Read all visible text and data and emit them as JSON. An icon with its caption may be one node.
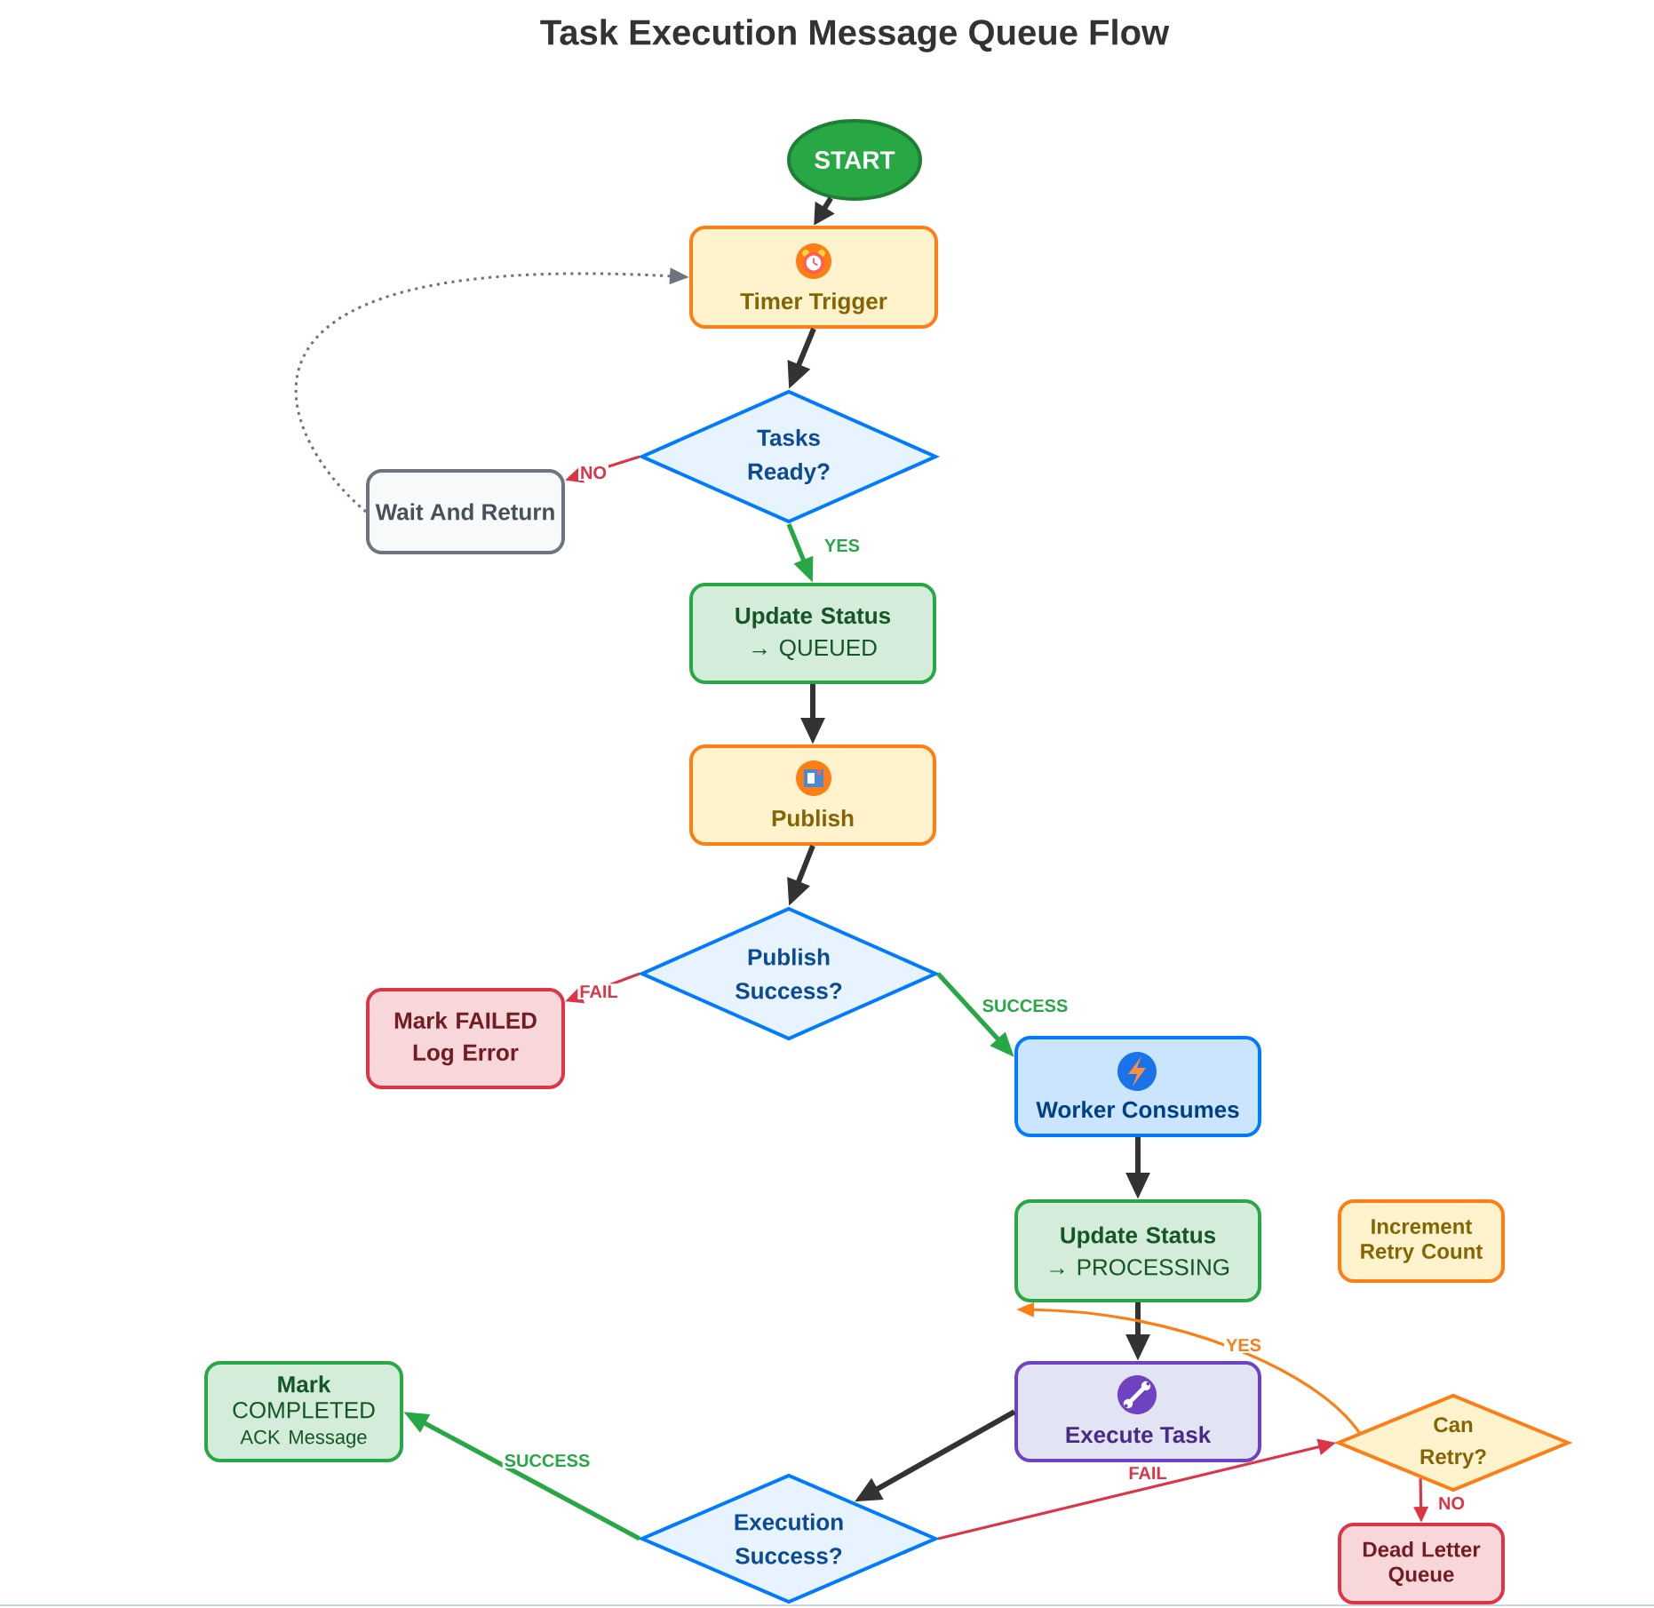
{
  "diagram": {
    "title": "Task Execution Message Queue Flow",
    "nodes": [
      {
        "text": [
          "START"
        ]
      },
      {
        "text": [
          "Timer Trigger"
        ]
      },
      {
        "text": [
          "Tasks Ready?"
        ]
      },
      {
        "text": [
          "Wait And Return"
        ]
      },
      {
        "text": [
          "**Update Status** → QUEUED"
        ]
      },
      {
        "text": [
          "Publish"
        ]
      },
      {
        "text": [
          "Publish Success?"
        ]
      },
      {
        "text": [
          "Mark FAILED Log Error"
        ]
      },
      {
        "text": [
          "Worker Consumes"
        ]
      },
      {
        "text": [
          "**Update Status** → PROCESSING"
        ]
      },
      {
        "text": [
          "Increment Retry Count"
        ]
      },
      {
        "text": [
          "Execute Task"
        ]
      },
      {
        "text": [
          "**Mark** COMPLETED",
          "ACK Message"
        ]
      },
      {
        "text": [
          "Execution Success?"
        ]
      },
      {
        "text": [
          "Can Retry?"
        ]
      },
      {
        "text": [
          "Dead Letter Queue"
        ]
      }
    ],
    "edges": [
      {
        "from": 0,
        "to": 1,
        "arrow": "to"
      },
      {
        "from": 1,
        "to": 2,
        "arrow": "to"
      },
      {
        "from": 2,
        "to": 3,
        "arrow": "to",
        "label": "NO",
        "color": "#dc3545"
      },
      {
        "from": 3,
        "to": 1,
        "arrow": "to",
        "style": "dashed",
        "color": "#6c757d"
      },
      {
        "from": 2,
        "to": 4,
        "arrow": "to",
        "label": "YES",
        "color": "#28a745"
      },
      {
        "from": 4,
        "to": 5,
        "arrow": "to"
      },
      {
        "from": 5,
        "to": 6,
        "arrow": "to"
      },
      {
        "from": 6,
        "to": 7,
        "arrow": "to",
        "label": "FAIL",
        "color": "#dc3545"
      },
      {
        "from": 6,
        "to": 8,
        "arrow": "to",
        "label": "SUCCESS",
        "color": "#28a745"
      },
      {
        "from": 8,
        "to": 9,
        "arrow": "to"
      },
      {
        "from": 9,
        "to": 11,
        "arrow": "to"
      },
      {
        "from": 11,
        "to": 13,
        "arrow": "to"
      },
      {
        "from": 13,
        "to": 12,
        "arrow": "to",
        "label": "SUCCESS",
        "color": "#28a745"
      },
      {
        "from": 13,
        "to": 14,
        "arrow": "to",
        "label": "FAIL",
        "color": "#dc3545"
      },
      {
        "from": 14,
        "to": 9,
        "arrow": "to",
        "label": "YES",
        "color": "#fd7e14"
      },
      {
        "from": 14,
        "to": 15,
        "arrow": "to",
        "label": "NO",
        "color": "#dc3545"
      }
    ]
  }
}
